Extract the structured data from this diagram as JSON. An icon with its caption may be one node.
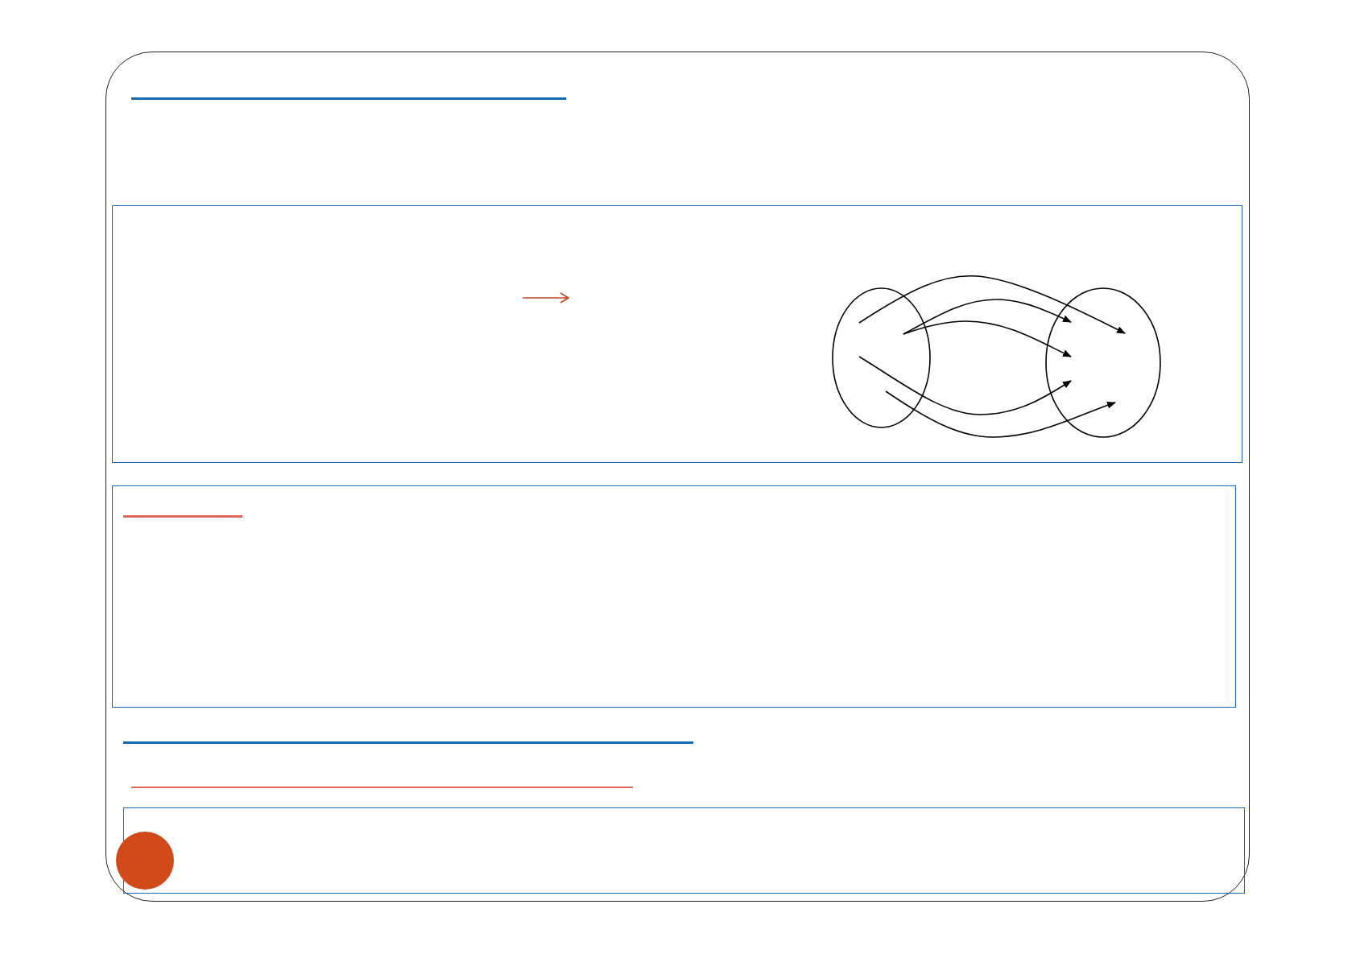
{
  "diagram": {
    "nodes": [
      {
        "text": [],
        "shape": "ellipse"
      },
      {
        "text": [],
        "shape": "ellipse"
      }
    ],
    "edges": [
      {
        "from": 0,
        "to": 1,
        "arrow": "to"
      },
      {
        "from": 0,
        "to": 1,
        "arrow": "to"
      },
      {
        "from": 0,
        "to": 1,
        "arrow": "to"
      },
      {
        "from": 0,
        "to": 1,
        "arrow": "to"
      },
      {
        "from": 0,
        "to": 1,
        "arrow": "to"
      }
    ]
  }
}
